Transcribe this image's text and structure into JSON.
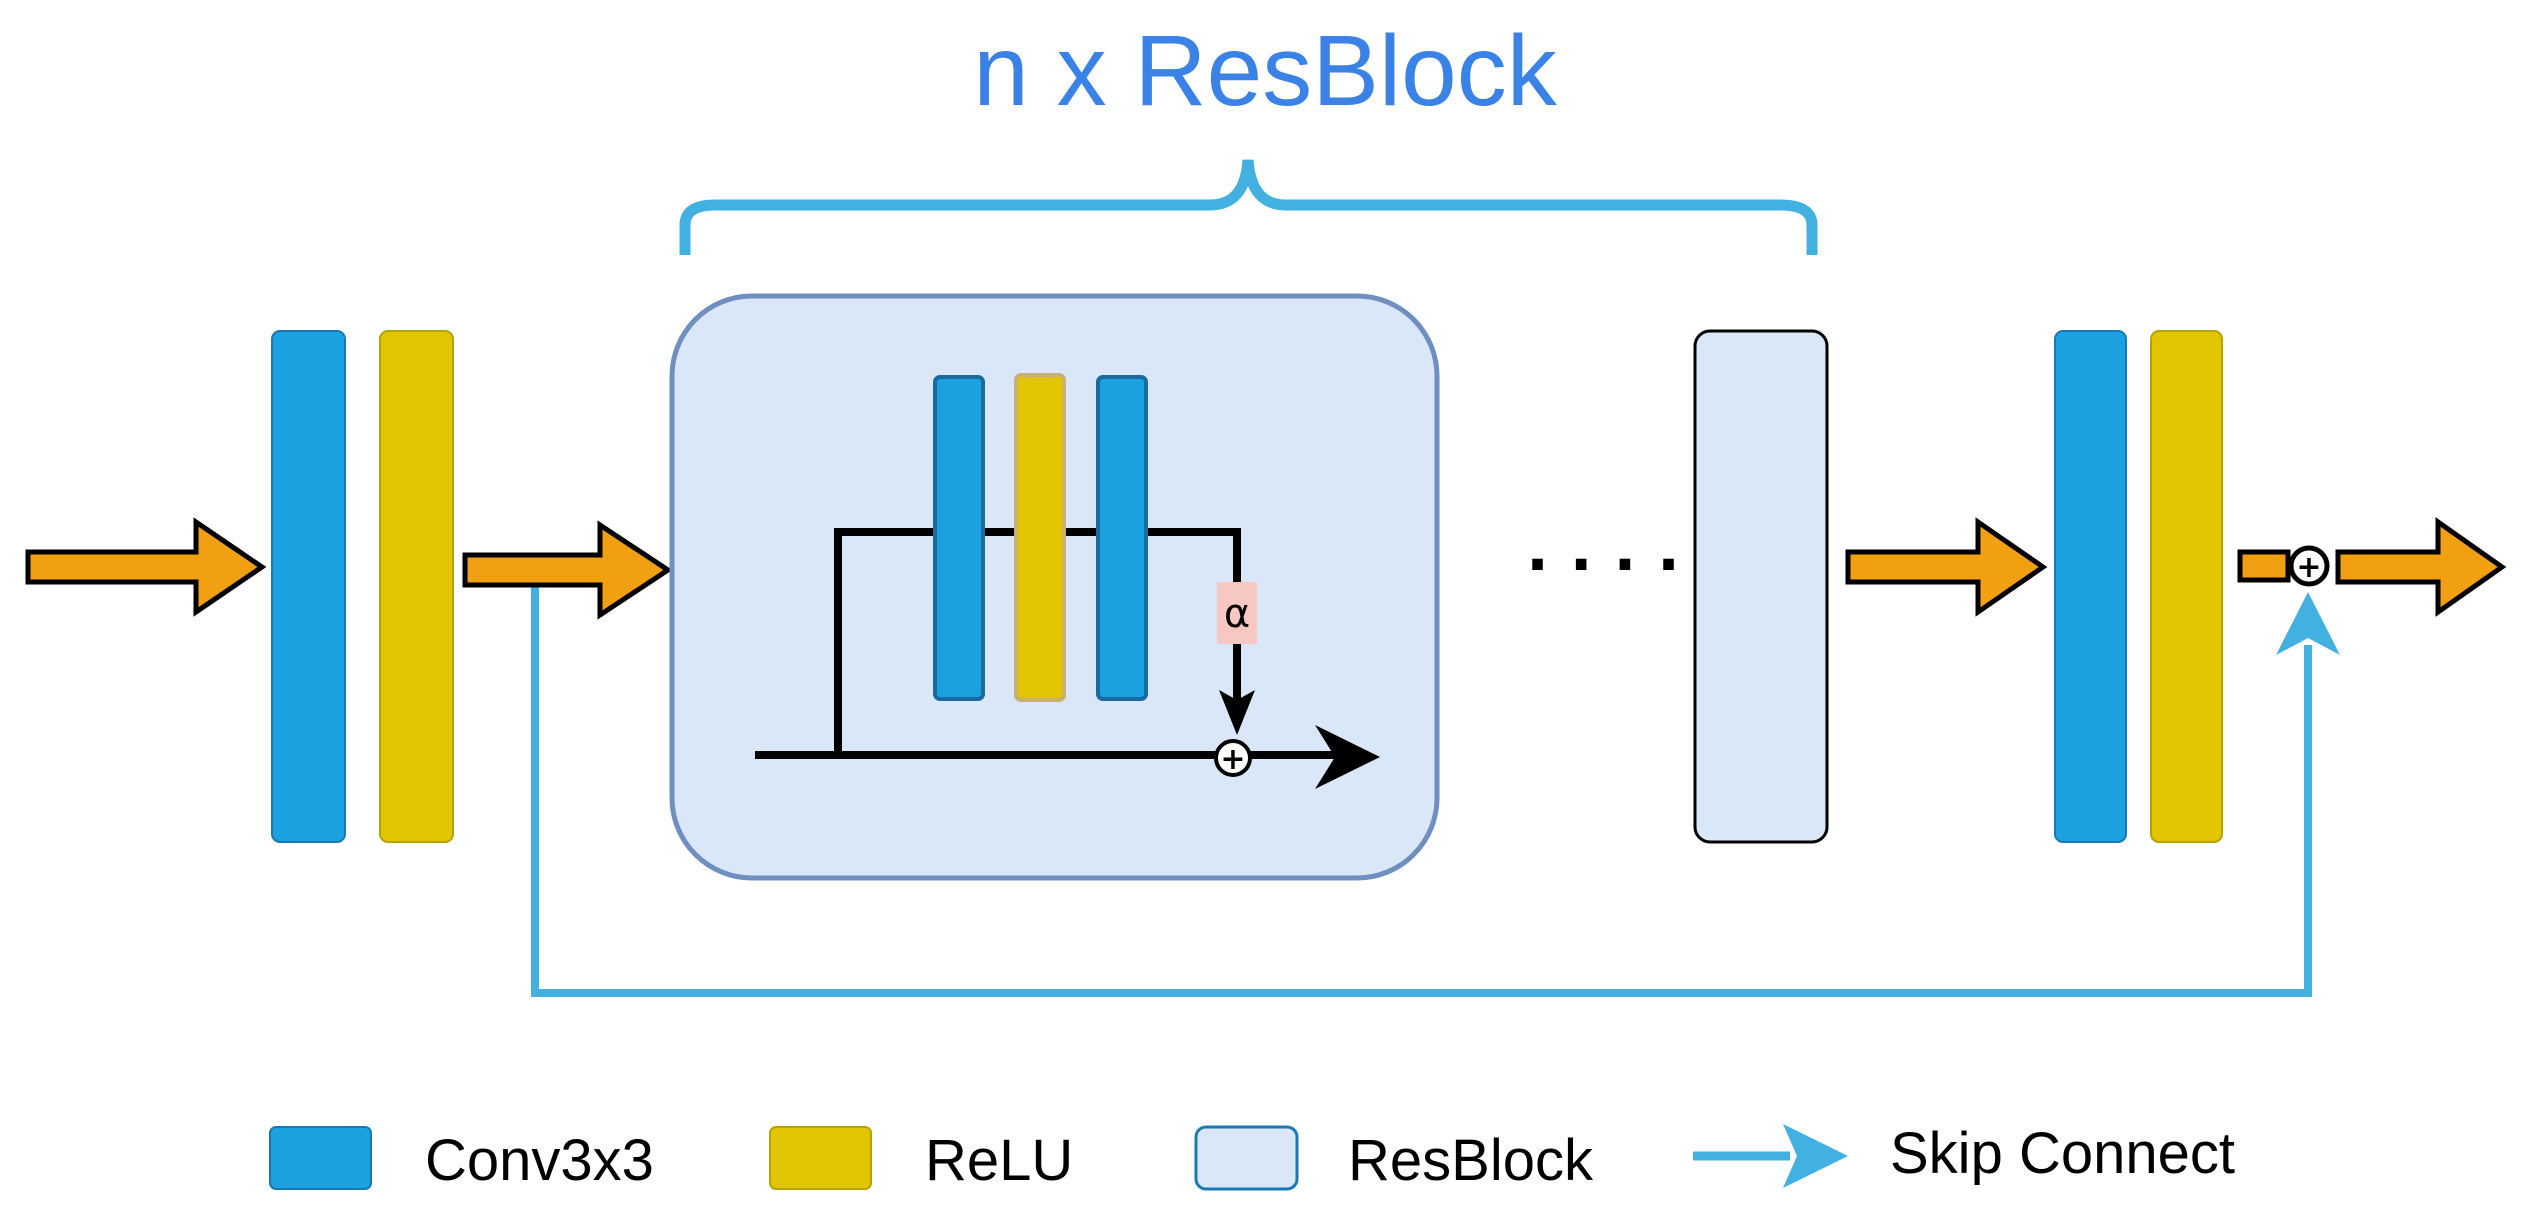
{
  "title": "n x ResBlock",
  "colors": {
    "conv": "#1ba0e0",
    "relu": "#e0c500",
    "resblock_fill": "#dae7f8",
    "resblock_border": "#6e8fbf",
    "arrow": "#f0a010",
    "skip": "#42b0e0",
    "title": "#3b82e6",
    "alpha_bg": "#f7c8c2"
  },
  "inner": {
    "alpha_label": "α",
    "plus_symbol": "+"
  },
  "ellipsis": "· · · ·",
  "legend": [
    {
      "label": "Conv3x3",
      "swatch": "conv-swatch"
    },
    {
      "label": "ReLU",
      "swatch": "relu-swatch"
    },
    {
      "label": "ResBlock",
      "swatch": "resblock-swatch"
    },
    {
      "label": "Skip Connect",
      "swatch": "skip-arrow-swatch"
    }
  ]
}
